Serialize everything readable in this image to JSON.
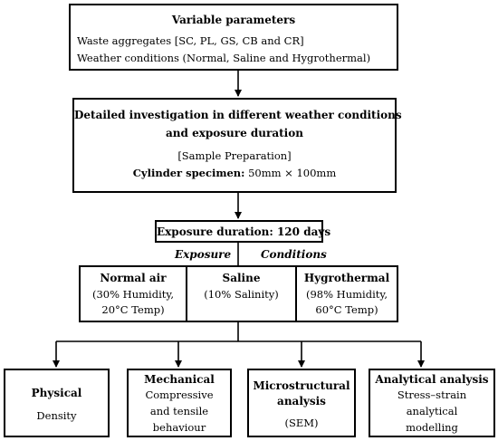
{
  "variable_box": {
    "title": "Variable parameters",
    "line1": "Waste aggregates [SC, PL, GS, CB and CR]",
    "line2": "Weather conditions (Normal, Saline and Hygrothermal)"
  },
  "investigation_box": {
    "title_line1": "Detailed investigation in different weather conditions",
    "title_line2": "and exposure duration",
    "sub": "[Sample Preparation]",
    "specimen_label": "Cylinder specimen:",
    "specimen_value": " 50mm × 100mm"
  },
  "exposure_box": {
    "label": "Exposure duration: 120 days"
  },
  "conditions_caption": {
    "word1": "Exposure",
    "word2": "Conditions"
  },
  "conditions": [
    {
      "title": "Normal air",
      "line1": "(30% Humidity,",
      "line2": "20°C Temp)"
    },
    {
      "title": "Saline",
      "line1": "(10% Salinity)",
      "line2": ""
    },
    {
      "title": "Hygrothermal",
      "line1": "(98% Humidity,",
      "line2": "60°C Temp)"
    }
  ],
  "outputs": [
    {
      "title": "Physical",
      "line1": "Density",
      "line2": "",
      "line3": ""
    },
    {
      "title": "Mechanical",
      "line1": "Compressive",
      "line2": "and tensile",
      "line3": "behaviour"
    },
    {
      "title": "Microstructural",
      "line1": "analysis",
      "line2": "",
      "line3": "(SEM)"
    },
    {
      "title": "Analytical analysis",
      "line1": "Stress–strain",
      "line2": "analytical",
      "line3": "modelling"
    }
  ]
}
